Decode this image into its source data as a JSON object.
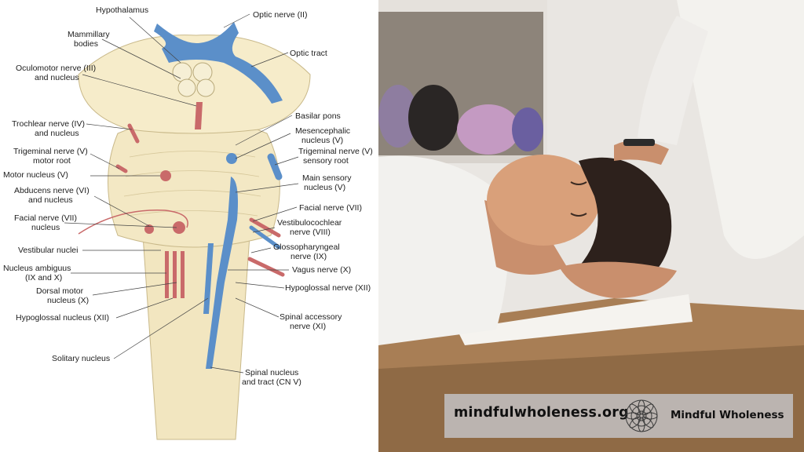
{
  "diagram": {
    "labels": {
      "hypothalamus": "Hypothalamus",
      "optic_nerve": "Optic nerve (II)",
      "mammillary_1": "Mammillary",
      "mammillary_2": "bodies",
      "optic_tract": "Optic tract",
      "oculomotor_1": "Oculomotor nerve (III)",
      "oculomotor_2": "and nucleus",
      "basilar_pons": "Basilar pons",
      "trochlear_1": "Trochlear nerve (IV)",
      "trochlear_2": "and nucleus",
      "mesencephalic_1": "Mesencephalic",
      "mesencephalic_2": "nucleus (V)",
      "trigeminal_motor_1": "Trigeminal nerve (V)",
      "trigeminal_motor_2": "motor root",
      "trigeminal_sensory_1": "Trigeminal nerve (V)",
      "trigeminal_sensory_2": "sensory root",
      "motor_nucleus": "Motor nucleus (V)",
      "main_sensory_1": "Main sensory",
      "main_sensory_2": "nucleus (V)",
      "abducens_1": "Abducens nerve (VI)",
      "abducens_2": "and nucleus",
      "facial_nerve": "Facial nerve (VII)",
      "facial_nucleus_1": "Facial nerve (VII)",
      "facial_nucleus_2": "nucleus",
      "vestibulocochlear_1": "Vestibulocochlear",
      "vestibulocochlear_2": "nerve (VIII)",
      "vestibular_nuclei": "Vestibular nuclei",
      "glossopharyngeal_1": "Glossopharyngeal",
      "glossopharyngeal_2": "nerve (IX)",
      "ambiguus_1": "Nucleus ambiguus",
      "ambiguus_2": "(IX and X)",
      "vagus": "Vagus nerve (X)",
      "dorsal_motor_1": "Dorsal motor",
      "dorsal_motor_2": "nucleus (X)",
      "hypoglossal_nerve": "Hypoglossal nerve (XII)",
      "hypoglossal_nucleus": "Hypoglossal nucleus (XII)",
      "spinal_accessory_1": "Spinal accessory",
      "spinal_accessory_2": "nerve (XI)",
      "solitary": "Solitary nucleus",
      "spinal_tract_1": "Spinal nucleus",
      "spinal_tract_2": "and tract (CN V)"
    }
  },
  "banner": {
    "url": "mindfulwholeness.org",
    "brand": "Mindful Wholeness"
  },
  "colors": {
    "tissue": "#f3e8c4",
    "tissue_line": "#c9b98a",
    "sensory_blue": "#5b8fc9",
    "motor_red": "#c96a6a",
    "banner_bg": "#c4c4c8"
  }
}
